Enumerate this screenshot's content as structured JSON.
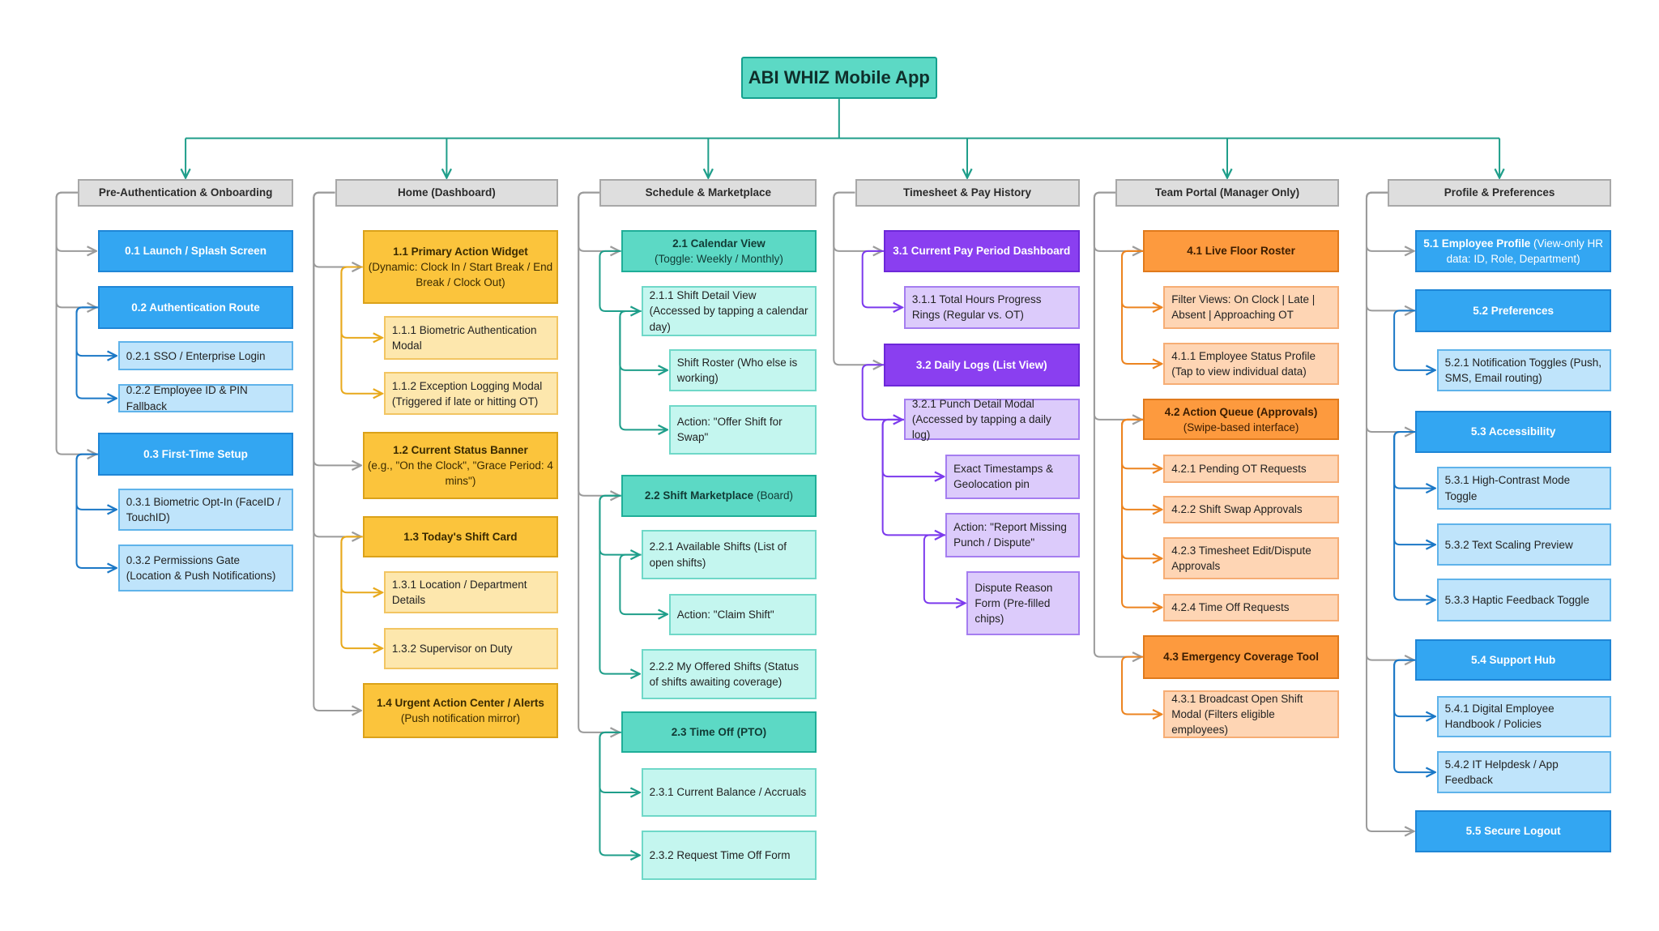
{
  "root": {
    "id": "root",
    "text": "ABI WHIZ Mobile App"
  },
  "colors": {
    "gray": {
      "main": "#dedede",
      "main_border": "#a8a8a8",
      "line": "#9b9b9b"
    },
    "blue": {
      "main": "#33a6f2",
      "main_border": "#1f86d6",
      "main_text": "#ffffff",
      "child": "#bfe4fb",
      "child_border": "#5fb3ea",
      "line": "#1b78c6"
    },
    "yellow": {
      "main": "#fbc43c",
      "main_border": "#dba21a",
      "main_text": "#3a2a00",
      "child": "#fde7ad",
      "child_border": "#f2c562",
      "line": "#e8a91c"
    },
    "teal": {
      "main": "#5cd9c5",
      "main_border": "#1fae98",
      "main_text": "#113b35",
      "child": "#c4f6ef",
      "child_border": "#6fd8c8",
      "line": "#1f9e8a"
    },
    "purple": {
      "main": "#8a3ff0",
      "main_border": "#6d28d9",
      "main_text": "#ffffff",
      "child": "#dccbfb",
      "child_border": "#a57df0",
      "line": "#7c3aed"
    },
    "orange": {
      "main": "#fd9a3e",
      "main_border": "#e07a1c",
      "main_text": "#3a1c00",
      "child": "#fed5b4",
      "child_border": "#f6ad74",
      "line": "#ec8420"
    }
  },
  "categories": [
    {
      "id": "c0",
      "label": "Pre-Authentication & Onboarding",
      "color": "blue",
      "nodes": [
        {
          "id": "n01",
          "parent": "c0",
          "level": 1,
          "text": "0.1 Launch / Splash Screen"
        },
        {
          "id": "n02",
          "parent": "c0",
          "level": 1,
          "text": "0.2 Authentication Route"
        },
        {
          "id": "n021",
          "parent": "n02",
          "level": 2,
          "text": "0.2.1 SSO / Enterprise Login"
        },
        {
          "id": "n022",
          "parent": "n02",
          "level": 2,
          "text": "0.2.2 Employee ID & PIN Fallback"
        },
        {
          "id": "n03",
          "parent": "c0",
          "level": 1,
          "text": "0.3 First-Time Setup"
        },
        {
          "id": "n031",
          "parent": "n03",
          "level": 2,
          "text": "0.3.1 Biometric Opt-In (FaceID / TouchID)"
        },
        {
          "id": "n032",
          "parent": "n03",
          "level": 2,
          "text": "0.3.2 Permissions Gate (Location & Push Notifications)"
        }
      ]
    },
    {
      "id": "c1",
      "label": "Home (Dashboard)",
      "color": "yellow",
      "nodes": [
        {
          "id": "n11",
          "parent": "c1",
          "level": 1,
          "text": "1.1 Primary Action Widget",
          "sub": "(Dynamic: Clock In / Start Break / End Break / Clock Out)"
        },
        {
          "id": "n111",
          "parent": "n11",
          "level": 2,
          "text": "1.1.1 Biometric Authentication Modal"
        },
        {
          "id": "n112",
          "parent": "n11",
          "level": 2,
          "text": "1.1.2 Exception Logging Modal (Triggered if late or hitting OT)"
        },
        {
          "id": "n12",
          "parent": "c1",
          "level": 1,
          "text": "1.2 Current Status Banner",
          "sub": "(e.g., \"On the Clock\", \"Grace Period: 4 mins\")"
        },
        {
          "id": "n13",
          "parent": "c1",
          "level": 1,
          "text": "1.3 Today's Shift Card"
        },
        {
          "id": "n131",
          "parent": "n13",
          "level": 2,
          "text": "1.3.1 Location / Department Details"
        },
        {
          "id": "n132",
          "parent": "n13",
          "level": 2,
          "text": "1.3.2 Supervisor on Duty"
        },
        {
          "id": "n14",
          "parent": "c1",
          "level": 1,
          "text": "1.4 Urgent Action Center / Alerts",
          "sub": "(Push notification mirror)"
        }
      ]
    },
    {
      "id": "c2",
      "label": "Schedule & Marketplace",
      "color": "teal",
      "nodes": [
        {
          "id": "n21",
          "parent": "c2",
          "level": 1,
          "text": "2.1 Calendar View",
          "sub": "(Toggle: Weekly / Monthly)"
        },
        {
          "id": "n211",
          "parent": "n21",
          "level": 2,
          "text": "2.1.1 Shift Detail View (Accessed by tapping a calendar day)"
        },
        {
          "id": "n2111",
          "parent": "n211",
          "level": 3,
          "text": "Shift Roster (Who else is working)"
        },
        {
          "id": "n2112",
          "parent": "n211",
          "level": 3,
          "text": "Action: \"Offer Shift for Swap\""
        },
        {
          "id": "n22",
          "parent": "c2",
          "level": 1,
          "text": "2.2 Shift Marketplace",
          "sub": "(Board)",
          "inline": true
        },
        {
          "id": "n221",
          "parent": "n22",
          "level": 2,
          "text": "2.2.1 Available Shifts (List of open shifts)"
        },
        {
          "id": "n2211",
          "parent": "n221",
          "level": 3,
          "text": "Action: \"Claim Shift\""
        },
        {
          "id": "n222",
          "parent": "n22",
          "level": 2,
          "text": "2.2.2 My Offered Shifts (Status of shifts awaiting coverage)"
        },
        {
          "id": "n23",
          "parent": "c2",
          "level": 1,
          "text": "2.3 Time Off (PTO)"
        },
        {
          "id": "n231",
          "parent": "n23",
          "level": 2,
          "text": "2.3.1 Current Balance / Accruals"
        },
        {
          "id": "n232",
          "parent": "n23",
          "level": 2,
          "text": "2.3.2 Request Time Off Form"
        }
      ]
    },
    {
      "id": "c3",
      "label": "Timesheet & Pay History",
      "color": "purple",
      "nodes": [
        {
          "id": "n31",
          "parent": "c3",
          "level": 1,
          "text": "3.1 Current Pay Period Dashboard"
        },
        {
          "id": "n311",
          "parent": "n31",
          "level": 2,
          "text": "3.1.1 Total Hours Progress Rings (Regular vs. OT)"
        },
        {
          "id": "n32",
          "parent": "c3",
          "level": 1,
          "text": "3.2 Daily Logs (List View)"
        },
        {
          "id": "n321",
          "parent": "n32",
          "level": 2,
          "text": "3.2.1 Punch Detail Modal (Accessed by tapping a daily log)"
        },
        {
          "id": "n3211",
          "parent": "n321",
          "level": 3,
          "text": "Exact Timestamps & Geolocation pin"
        },
        {
          "id": "n3212",
          "parent": "n321",
          "level": 3,
          "text": "Action: \"Report Missing Punch / Dispute\""
        },
        {
          "id": "n32121",
          "parent": "n3212",
          "level": 4,
          "text": "Dispute Reason Form (Pre-filled chips)"
        }
      ]
    },
    {
      "id": "c4",
      "label": "Team Portal (Manager Only)",
      "color": "orange",
      "nodes": [
        {
          "id": "n41",
          "parent": "c4",
          "level": 1,
          "text": "4.1 Live Floor Roster"
        },
        {
          "id": "n41a",
          "parent": "n41",
          "level": 2,
          "text": "Filter Views: On Clock | Late | Absent | Approaching OT"
        },
        {
          "id": "n411",
          "parent": "n41",
          "level": 2,
          "text": "4.1.1 Employee Status Profile (Tap to view individual data)"
        },
        {
          "id": "n42",
          "parent": "c4",
          "level": 1,
          "text": "4.2 Action Queue (Approvals)",
          "sub": "(Swipe-based interface)"
        },
        {
          "id": "n421",
          "parent": "n42",
          "level": 2,
          "text": "4.2.1 Pending OT Requests"
        },
        {
          "id": "n422",
          "parent": "n42",
          "level": 2,
          "text": "4.2.2 Shift Swap Approvals"
        },
        {
          "id": "n423",
          "parent": "n42",
          "level": 2,
          "text": "4.2.3 Timesheet Edit/Dispute Approvals"
        },
        {
          "id": "n424",
          "parent": "n42",
          "level": 2,
          "text": "4.2.4 Time Off Requests"
        },
        {
          "id": "n43",
          "parent": "c4",
          "level": 1,
          "text": "4.3 Emergency Coverage Tool"
        },
        {
          "id": "n431",
          "parent": "n43",
          "level": 2,
          "text": "4.3.1 Broadcast Open Shift Modal (Filters eligible employees)"
        }
      ]
    },
    {
      "id": "c5",
      "label": "Profile & Preferences",
      "color": "blue",
      "nodes": [
        {
          "id": "n51",
          "parent": "c5",
          "level": 1,
          "text": "5.1 Employee Profile",
          "sub": "(View-only HR data: ID, Role, Department)",
          "inline": true
        },
        {
          "id": "n52",
          "parent": "c5",
          "level": 1,
          "text": "5.2 Preferences"
        },
        {
          "id": "n521",
          "parent": "n52",
          "level": 2,
          "text": "5.2.1 Notification Toggles (Push, SMS, Email routing)"
        },
        {
          "id": "n53",
          "parent": "c5",
          "level": 1,
          "text": "5.3 Accessibility"
        },
        {
          "id": "n531",
          "parent": "n53",
          "level": 2,
          "text": "5.3.1 High-Contrast Mode Toggle"
        },
        {
          "id": "n532",
          "parent": "n53",
          "level": 2,
          "text": "5.3.2 Text Scaling Preview"
        },
        {
          "id": "n533",
          "parent": "n53",
          "level": 2,
          "text": "5.3.3 Haptic Feedback Toggle"
        },
        {
          "id": "n54",
          "parent": "c5",
          "level": 1,
          "text": "5.4 Support Hub"
        },
        {
          "id": "n541",
          "parent": "n54",
          "level": 2,
          "text": "5.4.1 Digital Employee Handbook / Policies"
        },
        {
          "id": "n542",
          "parent": "n54",
          "level": 2,
          "text": "5.4.2 IT Helpdesk / App Feedback"
        },
        {
          "id": "n55",
          "parent": "c5",
          "level": 1,
          "text": "5.5 Secure Logout"
        }
      ]
    }
  ]
}
